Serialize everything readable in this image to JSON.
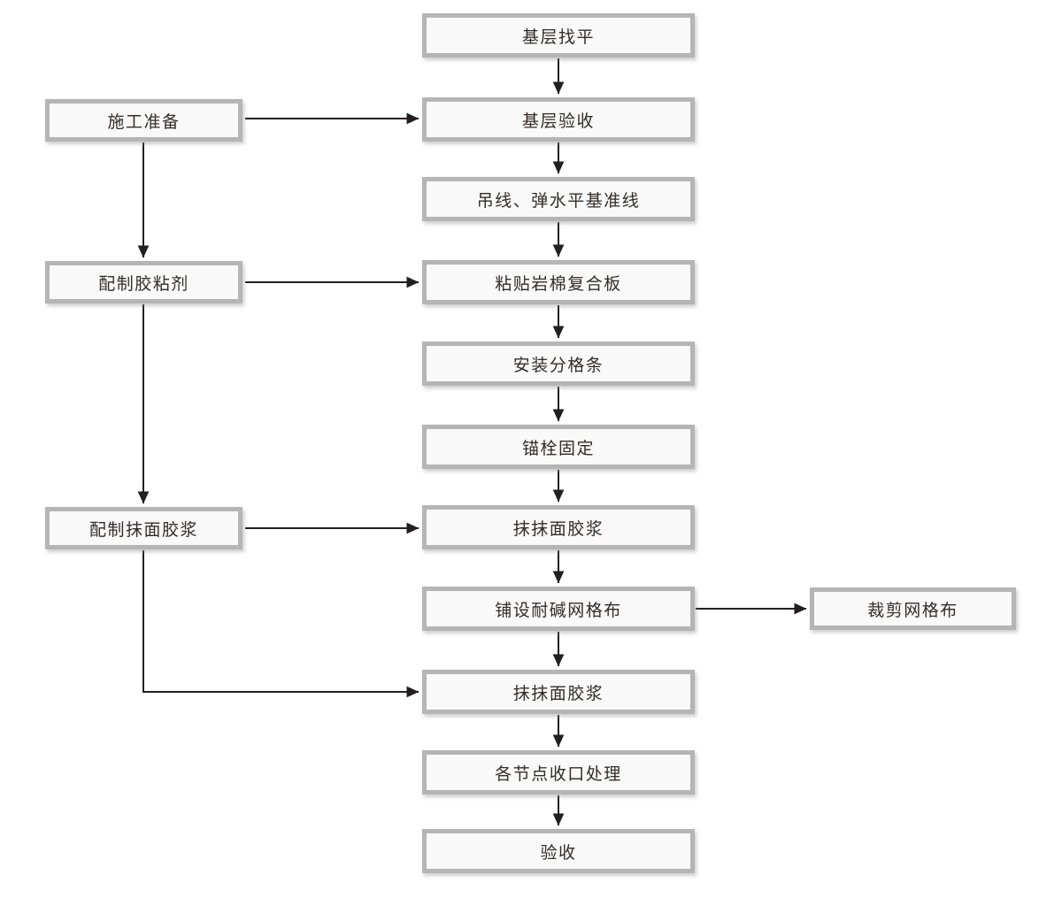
{
  "nodes": {
    "m1": {
      "label": "基层找平"
    },
    "m2": {
      "label": "基层验收"
    },
    "m3": {
      "label": "吊线、弹水平基准线"
    },
    "m4": {
      "label": "粘贴岩棉复合板"
    },
    "m5": {
      "label": "安装分格条"
    },
    "m6": {
      "label": "锚栓固定"
    },
    "m7": {
      "label": "抹抹面胶浆"
    },
    "m8": {
      "label": "铺设耐碱网格布"
    },
    "m9": {
      "label": "抹抹面胶浆"
    },
    "m10": {
      "label": "各节点收口处理"
    },
    "m11": {
      "label": "验收"
    },
    "l1": {
      "label": "施工准备"
    },
    "l2": {
      "label": "配制胶粘剂"
    },
    "l3": {
      "label": "配制抹面胶浆"
    },
    "r1": {
      "label": "裁剪网格布"
    }
  },
  "edges": [
    {
      "from": "m1",
      "to": "m2"
    },
    {
      "from": "m2",
      "to": "m3"
    },
    {
      "from": "m3",
      "to": "m4"
    },
    {
      "from": "m4",
      "to": "m5"
    },
    {
      "from": "m5",
      "to": "m6"
    },
    {
      "from": "m6",
      "to": "m7"
    },
    {
      "from": "m7",
      "to": "m8"
    },
    {
      "from": "m8",
      "to": "m9"
    },
    {
      "from": "m9",
      "to": "m10"
    },
    {
      "from": "m10",
      "to": "m11"
    },
    {
      "from": "l1",
      "to": "l2"
    },
    {
      "from": "l2",
      "to": "l3"
    },
    {
      "from": "l1",
      "to": "m2"
    },
    {
      "from": "l2",
      "to": "m4"
    },
    {
      "from": "l3",
      "to": "m7"
    },
    {
      "from": "l3",
      "to": "m9"
    },
    {
      "from": "m8",
      "to": "r1"
    }
  ],
  "colors": {
    "background": "#ffffff",
    "box_fill": "#f9f9f9",
    "box_border": "#b5b5b5",
    "text": "#332d2a",
    "arrow": "#231f20"
  }
}
